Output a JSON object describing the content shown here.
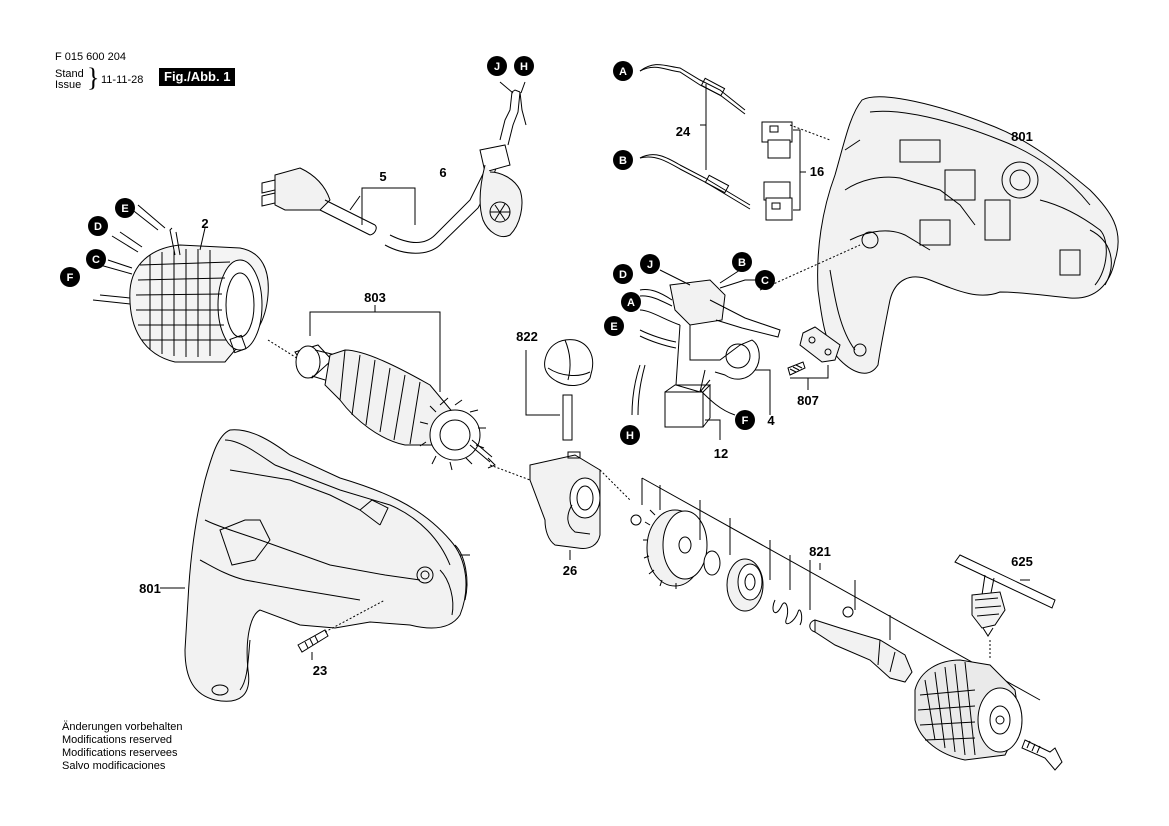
{
  "header": {
    "doc_number": "F 015 600 204",
    "stand_label": "Stand",
    "issue_label": "Issue",
    "brace": "}",
    "date": "11-11-28",
    "figure": "Fig./Abb. 1"
  },
  "notes": [
    "Änderungen vorbehalten",
    "Modifications reserved",
    "Modifications reservees",
    "Salvo modificaciones"
  ],
  "part_labels": {
    "p2": "2",
    "p4": "4",
    "p5": "5",
    "p6": "6",
    "p12": "12",
    "p16": "16",
    "p23": "23",
    "p24": "24",
    "p26": "26",
    "p625": "625",
    "p801a": "801",
    "p801b": "801",
    "p803": "803",
    "p807": "807",
    "p821": "821",
    "p822": "822"
  },
  "wire_markers": {
    "J1": "J",
    "H1": "H",
    "A1": "A",
    "B1": "B",
    "E1": "E",
    "D1": "D",
    "C1": "C",
    "F1": "F",
    "J2": "J",
    "B2": "B",
    "D2": "D",
    "C2": "C",
    "A2": "A",
    "E2": "E",
    "F2": "F",
    "H2": "H"
  }
}
